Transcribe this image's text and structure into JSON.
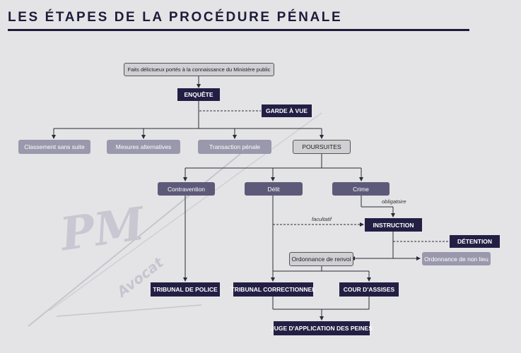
{
  "title": "LES ÉTAPES DE LA PROCÉDURE PÉNALE",
  "watermark": {
    "brand": "PM",
    "sub": "Avocat"
  },
  "nodes": {
    "faits": "Faits délictueux portés à la connaissance du Ministère public",
    "enquete": "ENQUÊTE",
    "garde": "GARDE À VUE",
    "classement": "Classement sans suite",
    "mesures": "Mesures alternatives",
    "transaction": "Transaction pénale",
    "poursuites": "POURSUITES",
    "contravention": "Contravention",
    "delit": "Délit",
    "crime": "Crime",
    "instruction": "INSTRUCTION",
    "detention": "DÉTENTION",
    "renvoi": "Ordonnance de renvoi",
    "nonlieu": "Ordonnance de non lieu",
    "police": "TRIBUNAL DE POLICE",
    "correctionnel": "TRIBUNAL CORRECTIONNEL",
    "assises": "COUR D'ASSISES",
    "jap": "JUGE D'APPLICATION DES PEINES"
  },
  "edge_labels": {
    "facultatif": "facultatif",
    "obligatoire": "obligatoire"
  },
  "colors": {
    "dark": "#231f44",
    "mid": "#5d5a79",
    "light": "#9a98ac",
    "background": "#e4e4e6"
  }
}
